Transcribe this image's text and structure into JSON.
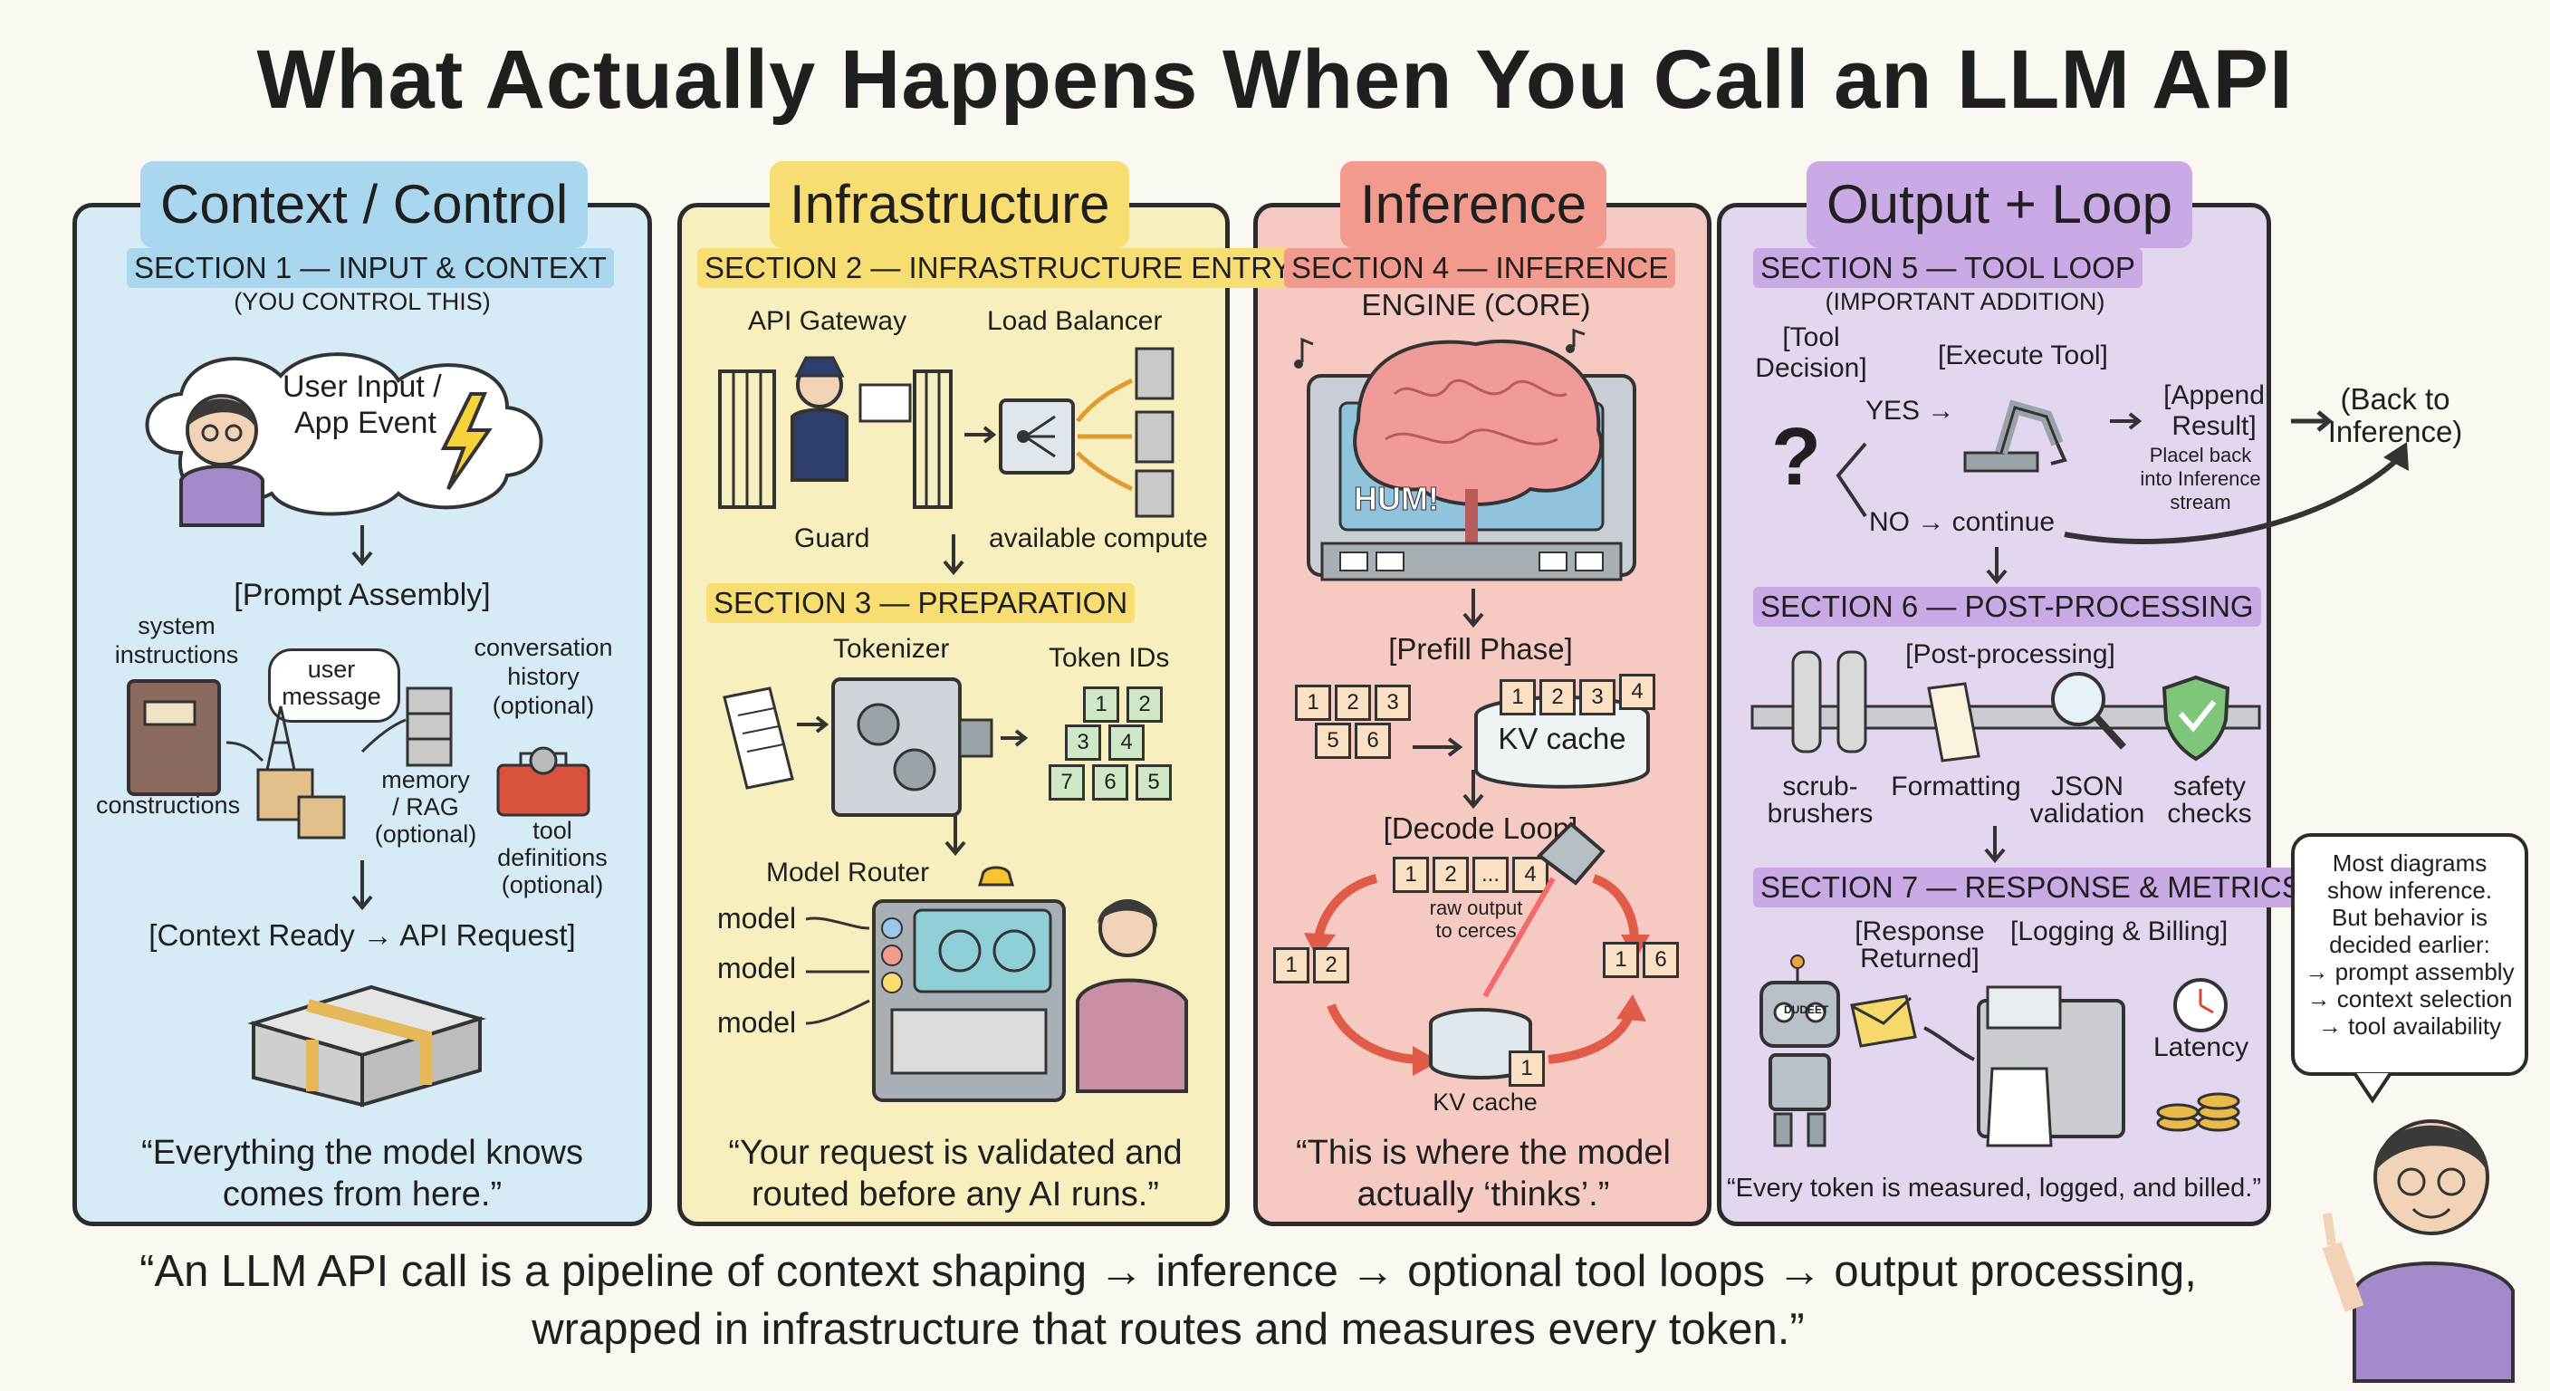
{
  "title": "What Actually Happens When You Call an LLM API",
  "panels": {
    "context": {
      "title": "Context / Control",
      "section1": "SECTION 1 — INPUT & CONTEXT",
      "section1_sub": "(YOU CONTROL THIS)",
      "user_input_line1": "User Input /",
      "user_input_line2": "App Event",
      "prompt_assembly": "[Prompt Assembly]",
      "system_instructions_1": "system",
      "system_instructions_2": "instructions",
      "user_message_1": "user",
      "user_message_2": "message",
      "conv_history_1": "conversation",
      "conv_history_2": "history",
      "conv_history_3": "(optional)",
      "constructions": "constructions",
      "memory_1": "memory",
      "memory_2": "/ RAG",
      "memory_3": "(optional)",
      "tool_defs_1": "tool",
      "tool_defs_2": "definitions",
      "tool_defs_3": "(optional)",
      "context_ready": "[Context Ready → API Request]",
      "quote_1": "“Everything the model knows",
      "quote_2": "comes from here.”"
    },
    "infrastructure": {
      "title": "Infrastructure",
      "section2": "SECTION 2 — INFRASTRUCTURE ENTRY",
      "api_gateway": "API Gateway",
      "load_balancer": "Load Balancer",
      "guard": "Guard",
      "available_compute": "available compute",
      "section3": "SECTION 3 — PREPARATION",
      "tokenizer": "Tokenizer",
      "token_ids": "Token IDs",
      "token_id_values": [
        "1",
        "2",
        "3",
        "4",
        "7",
        "6",
        "5"
      ],
      "model_router": "Model Router",
      "model_labels": [
        "model",
        "model",
        "model"
      ],
      "quote_1": "“Your request is validated and",
      "quote_2": "routed before any AI runs.”"
    },
    "inference": {
      "title": "Inference",
      "section4_1": "SECTION 4 — INFERENCE",
      "section4_2": "ENGINE (CORE)",
      "screen_text": "HUM!",
      "prefill_phase": "[Prefill Phase]",
      "prefill_tokens": [
        "1",
        "2",
        "3",
        "5",
        "6"
      ],
      "kv_tokens": [
        "1",
        "2",
        "3",
        "4"
      ],
      "kv_cache": "KV cache",
      "decode_loop": "[Decode Loop]",
      "decode_tokens": [
        "1",
        "2",
        "...",
        "4"
      ],
      "raw_output_1": "raw output",
      "raw_output_2": "to cerces",
      "left_tokens": [
        "1",
        "2"
      ],
      "right_tokens": [
        "1",
        "6"
      ],
      "kv_cache_bottom": "KV cache",
      "kv_bottom_token": "1",
      "quote_1": "“This is where the model",
      "quote_2": "actually ‘thinks’.”"
    },
    "output": {
      "title": "Output + Loop",
      "section5": "SECTION 5 — TOOL LOOP",
      "section5_sub": "(IMPORTANT ADDITION)",
      "tool_decision_1": "[Tool",
      "tool_decision_2": "Decision]",
      "execute_tool": "[Execute Tool]",
      "append_result_1": "[Append",
      "append_result_2": "Result]",
      "append_desc_1": "Placel back",
      "append_desc_2": "into Inference",
      "append_desc_3": "stream",
      "yes": "YES →",
      "no": "NO → continue",
      "question_mark": "?",
      "back_to_1": "(Back to",
      "back_to_2": "Inference)",
      "section6": "SECTION 6 — POST-PROCESSING",
      "post_processing": "[Post-processing]",
      "scrub_1": "scrub-",
      "scrub_2": "brushers",
      "formatting": "Formatting",
      "json_1": "JSON",
      "json_2": "validation",
      "safety_1": "safety",
      "safety_2": "checks",
      "section7": "SECTION 7 — RESPONSE & METRICS",
      "response_1": "[Response",
      "response_2": "Returned]",
      "logging": "[Logging & Billing]",
      "robot_badge": "DUDEET",
      "latency": "Latency",
      "quote": "“Every token is measured, logged, and billed.”"
    }
  },
  "side_note": {
    "line1": "Most diagrams",
    "line2": "show inference.",
    "line3": "But behavior is",
    "line4": "decided earlier:",
    "line5": "→ prompt assembly",
    "line6": "→ context selection",
    "line7": "→ tool availability"
  },
  "bottom_quote": {
    "line1": "“An LLM API call is a pipeline of context shaping → inference → optional tool loops → output processing,",
    "line2": "wrapped in infrastructure that routes and measures every token.”"
  },
  "colors": {
    "context_bg": "#d6ebf6",
    "infra_bg": "#f8efbf",
    "inference_bg": "#f6c9c3",
    "output_bg": "#e3d6ef",
    "context_accent": "#a9d7f0",
    "infra_accent": "#f7dd72",
    "inference_accent": "#f29a8d",
    "output_accent": "#c9a9e6"
  }
}
